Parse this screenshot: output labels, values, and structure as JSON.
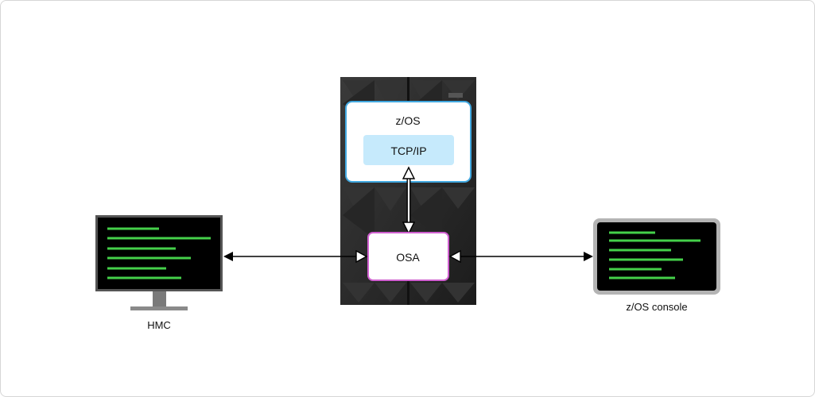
{
  "mainframe": {
    "zos_label": "z/OS",
    "tcpip_label": "TCP/IP",
    "osa_label": "OSA"
  },
  "hmc": {
    "label": "HMC"
  },
  "console": {
    "label": "z/OS console"
  },
  "colors": {
    "screen_text_green": "#45d04a",
    "zos_border": "#41a8e0",
    "tcpip_fill": "#c6eafc",
    "osa_border": "#cf5fcf",
    "mainframe_body": "#2a2a2a",
    "monitor_bezel": "#555555"
  },
  "icons": [
    "hmc-monitor-icon",
    "console-monitor-icon",
    "mainframe-rack-icon"
  ]
}
